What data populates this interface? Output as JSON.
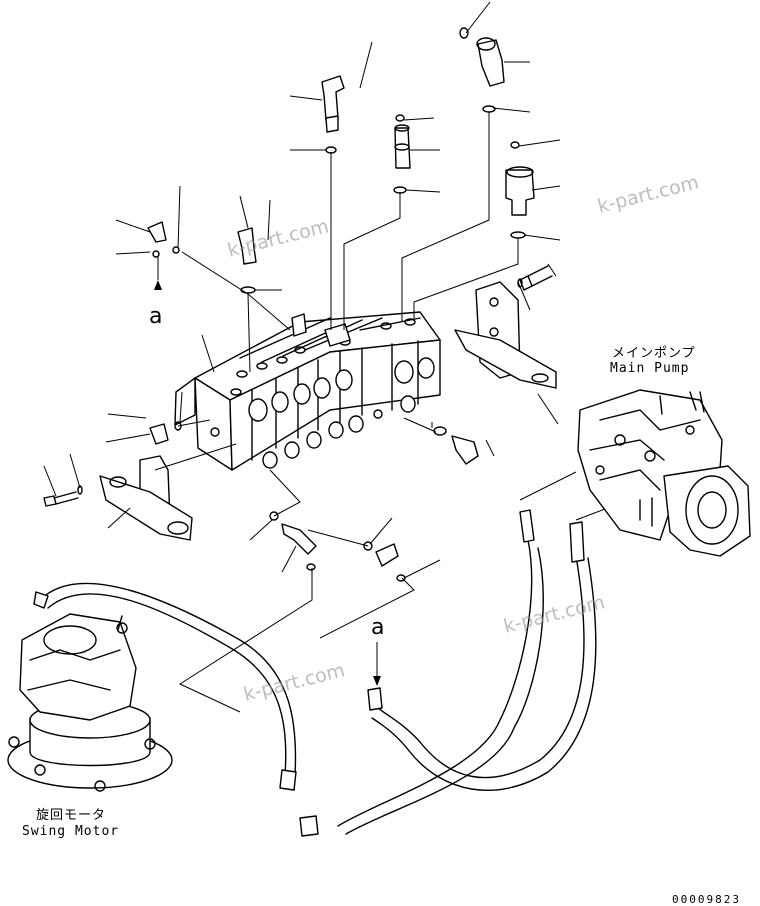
{
  "labels": {
    "main_pump_jp": "メインポンプ",
    "main_pump_en": "Main Pump",
    "swing_motor_jp": "旋回モータ",
    "swing_motor_en": "Swing Motor",
    "ref_a_top": "a",
    "ref_a_bottom": "a"
  },
  "watermarks": [
    "k-part.com",
    "k-part.com",
    "k-part.com",
    "k-part.com"
  ],
  "document_number": "00009823"
}
